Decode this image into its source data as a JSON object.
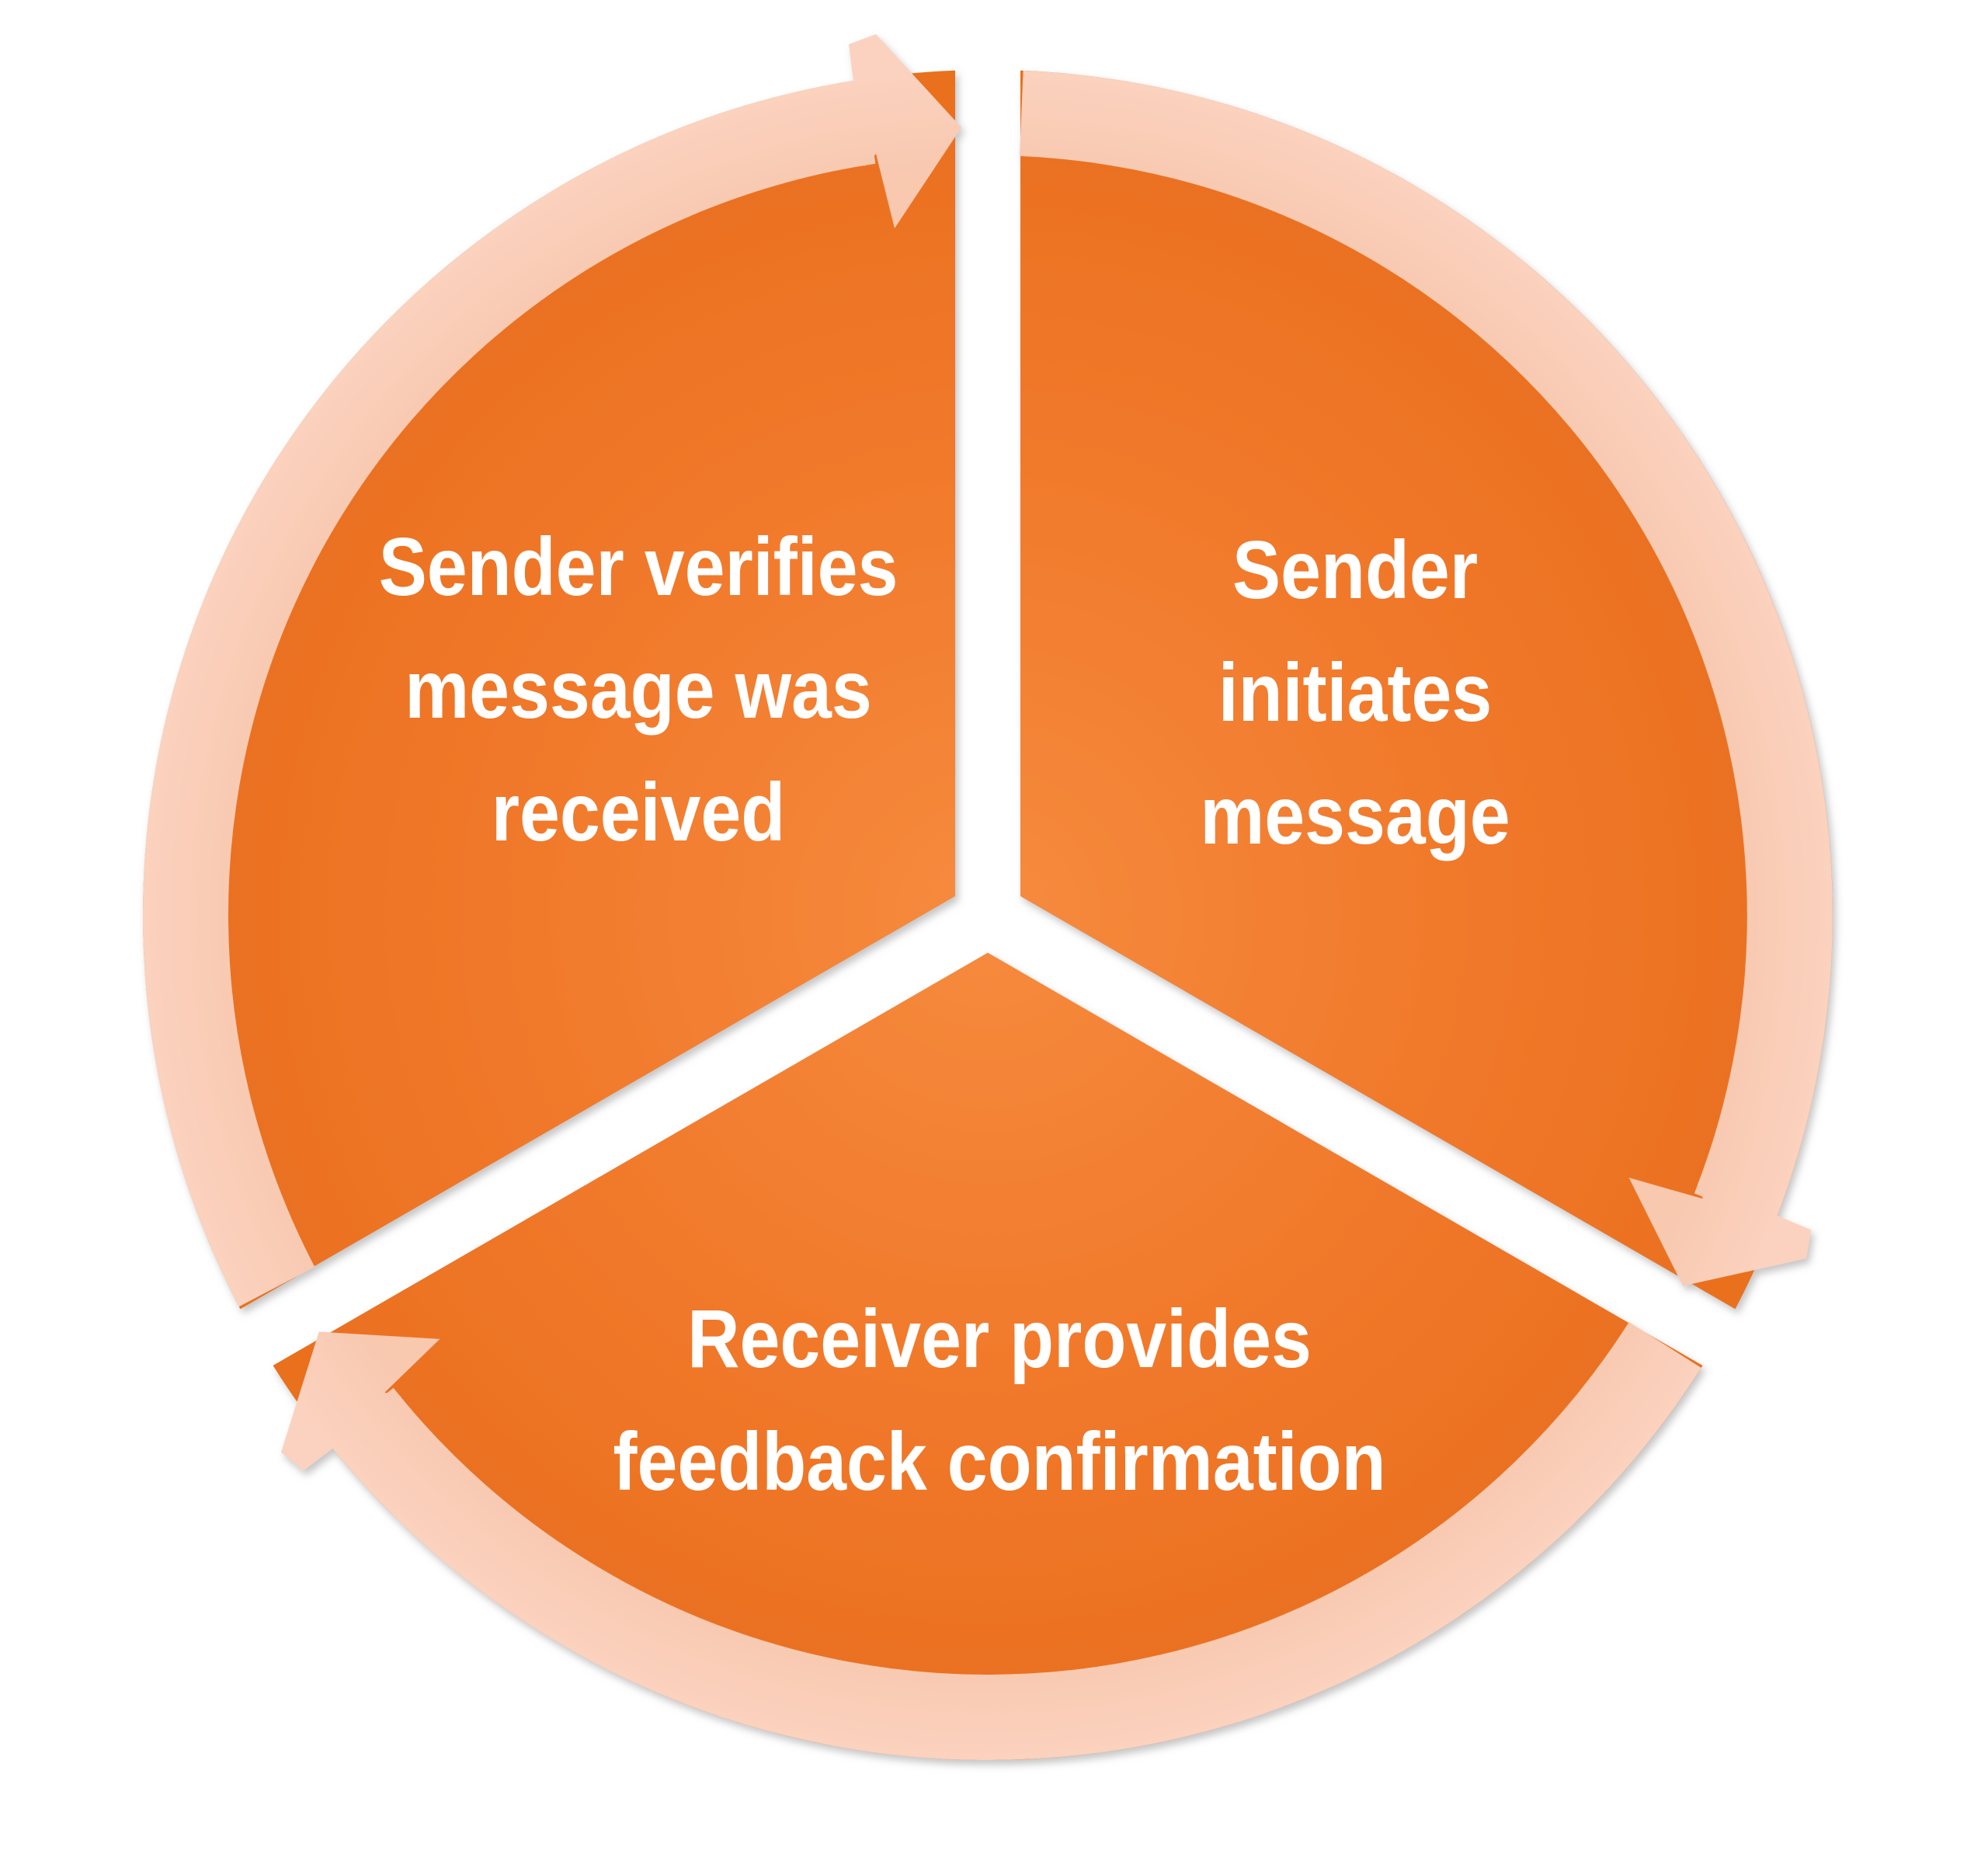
{
  "diagram": {
    "type": "cycle",
    "direction": "clockwise",
    "colors": {
      "segment_fill": "#F1792B",
      "segment_fill_edge": "#E96F1E",
      "segment_fill_center": "#F68B3E",
      "ring_fill": "#F8C8AF",
      "ring_fill_outer": "#FBD2BF",
      "label_text": "#FFFFFF",
      "background": "#FFFFFF"
    },
    "segments": [
      {
        "id": "sender-initiates",
        "position": "top-right",
        "label_lines": [
          "Sender",
          "initiates",
          "message"
        ]
      },
      {
        "id": "receiver-feedback",
        "position": "bottom",
        "label_lines": [
          "Receiver provides",
          "feedback confirmation"
        ]
      },
      {
        "id": "sender-verifies",
        "position": "top-left",
        "label_lines": [
          "Sender verifies",
          "message was",
          "received"
        ]
      }
    ]
  }
}
